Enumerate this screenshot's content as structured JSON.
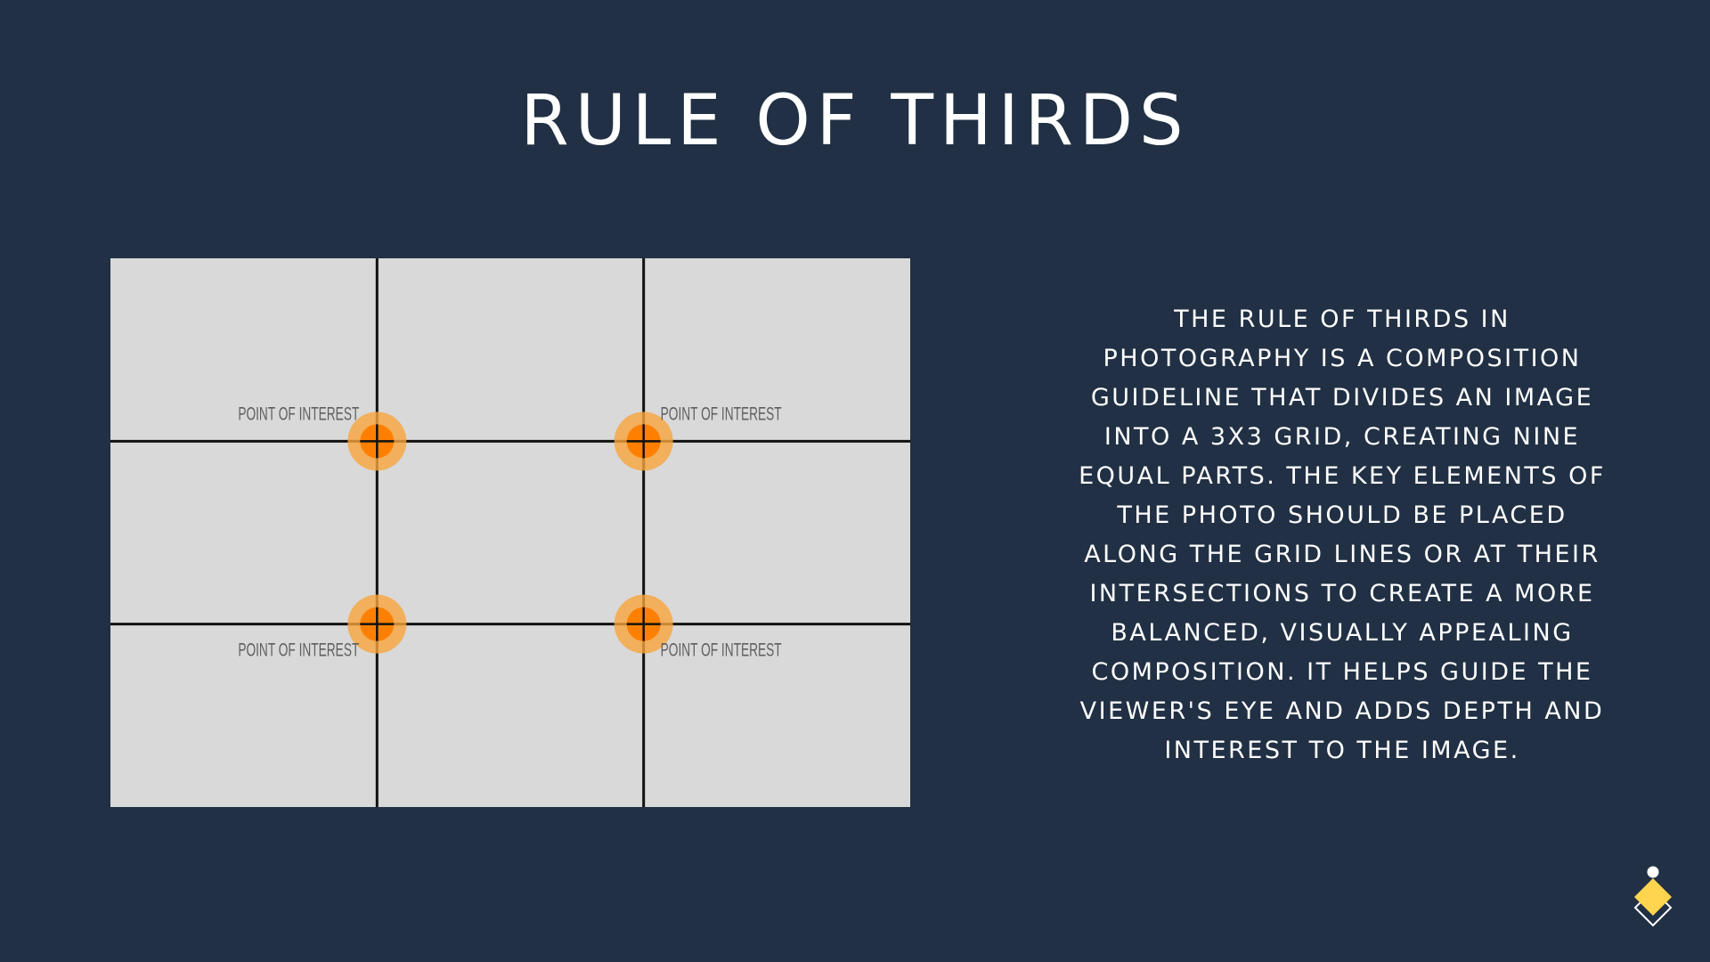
{
  "slide": {
    "title": "Rule of Thirds",
    "description": "The rule of thirds in photography is a composition guideline that divides an image into a 3x3 grid, creating nine equal parts. The key elements of the photo should be placed along the grid lines or at their intersections to create a more balanced, visually appealing composition. It helps guide the viewer's eye and adds depth and interest to the image."
  },
  "diagram": {
    "grid_rows": 3,
    "grid_cols": 3,
    "points": [
      {
        "label": "POINT OF INTEREST",
        "row_line": 1,
        "col_line": 1,
        "label_side": "left",
        "label_pos": "above"
      },
      {
        "label": "POINT OF INTEREST",
        "row_line": 1,
        "col_line": 2,
        "label_side": "right",
        "label_pos": "above"
      },
      {
        "label": "POINT OF INTEREST",
        "row_line": 2,
        "col_line": 1,
        "label_side": "left",
        "label_pos": "below"
      },
      {
        "label": "POINT OF INTEREST",
        "row_line": 2,
        "col_line": 2,
        "label_side": "right",
        "label_pos": "below"
      }
    ]
  },
  "colors": {
    "background": "#213044",
    "panel": "#d9d9d9",
    "grid_line": "#111111",
    "point_outer": "#f8a43c",
    "point_inner": "#ff8000",
    "label": "#5f5f5f",
    "logo_accent": "#ffd54f"
  },
  "icons": {
    "logo": "diamond-logo-icon"
  }
}
